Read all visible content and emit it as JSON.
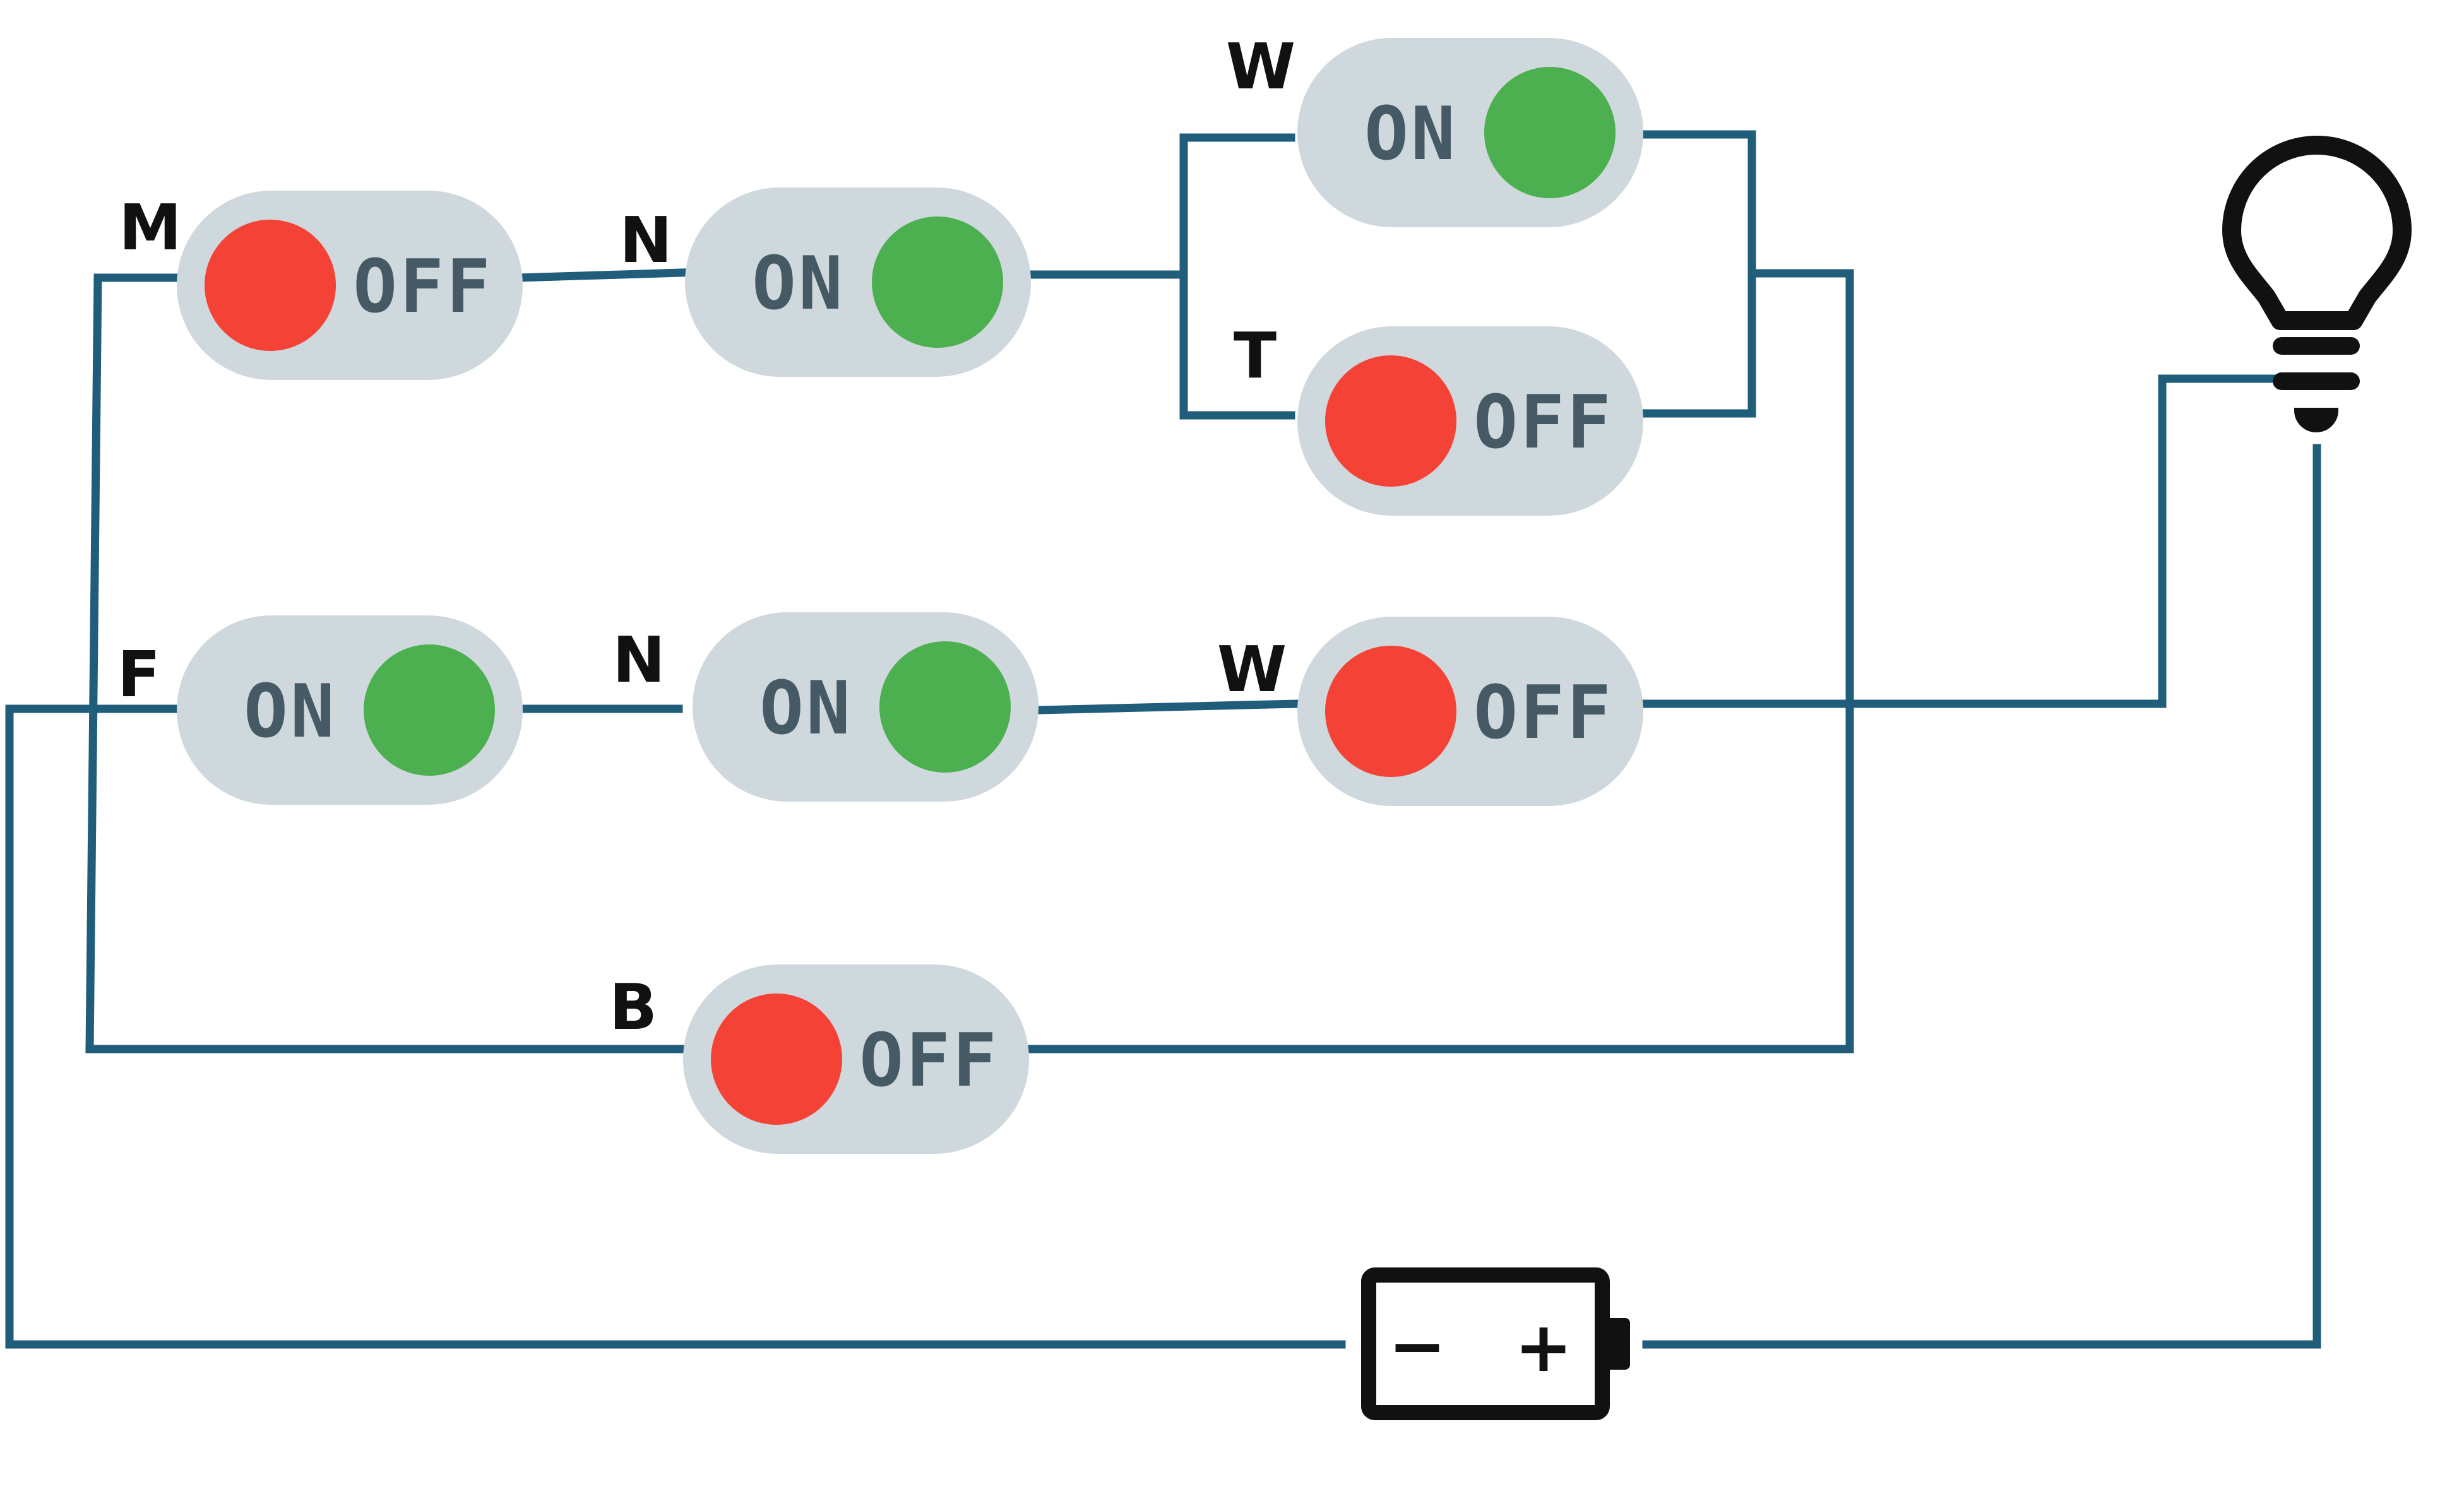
{
  "colors": {
    "wire": "#1f5d7a",
    "switch_body": "#cfd8dc",
    "switch_text": "#455a64",
    "on_knob": "#4caf50",
    "off_knob": "#f44336",
    "label": "#111111"
  },
  "switches": [
    {
      "id": "s1",
      "label": "M",
      "state": "OFF"
    },
    {
      "id": "s2",
      "label": "N",
      "state": "ON"
    },
    {
      "id": "s3",
      "label": "W",
      "state": "ON"
    },
    {
      "id": "s4",
      "label": "T",
      "state": "OFF"
    },
    {
      "id": "s5",
      "label": "F",
      "state": "ON"
    },
    {
      "id": "s6",
      "label": "N",
      "state": "ON"
    },
    {
      "id": "s7",
      "label": "W",
      "state": "OFF"
    },
    {
      "id": "s8",
      "label": "B",
      "state": "OFF"
    }
  ],
  "battery": {
    "negative_sign": "−",
    "positive_sign": "+"
  },
  "bulb": {
    "icon": "light-bulb-icon"
  }
}
